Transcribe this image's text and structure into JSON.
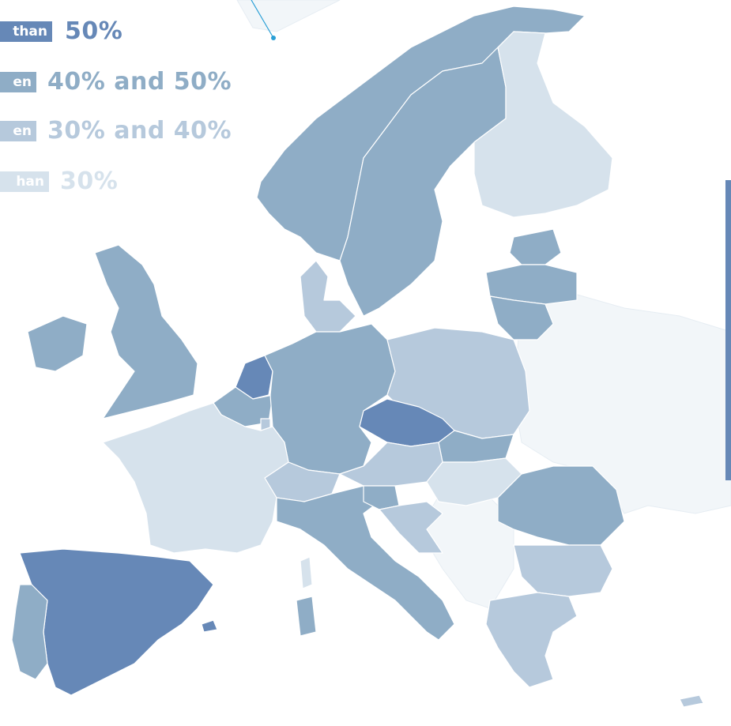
{
  "legend": {
    "items": [
      {
        "chip": "than",
        "value": "50%",
        "class": "more-than-50",
        "color": "#6688b7"
      },
      {
        "chip": "en",
        "value": "40% and 50%",
        "class": "40-to-50",
        "color": "#8fadc6"
      },
      {
        "chip": "en",
        "value": "30% and 40%",
        "class": "30-to-40",
        "color": "#b6c9dc"
      },
      {
        "chip": "han",
        "value": "30%",
        "class": "less-than-30",
        "color": "#d6e2ec"
      }
    ]
  },
  "colors": {
    "class_more_than_50": "#6688b7",
    "class_40_to_50": "#8fadc6",
    "class_30_to_40": "#b6c9dc",
    "class_less_than_30": "#d6e2ec",
    "non_covered": "#f2f6f9",
    "border": "#ffffff",
    "accent_line": "#2a9fd6",
    "side_bar": "#6688b7"
  },
  "regions": [
    {
      "name": "norway",
      "class": "40-to-50"
    },
    {
      "name": "sweden",
      "class": "40-to-50"
    },
    {
      "name": "finland",
      "class": "less-than-30"
    },
    {
      "name": "denmark",
      "class": "30-to-40"
    },
    {
      "name": "united-kingdom",
      "class": "40-to-50"
    },
    {
      "name": "ireland",
      "class": "40-to-50"
    },
    {
      "name": "netherlands",
      "class": "more-than-50"
    },
    {
      "name": "belgium",
      "class": "40-to-50"
    },
    {
      "name": "germany",
      "class": "40-to-50"
    },
    {
      "name": "poland",
      "class": "30-to-40"
    },
    {
      "name": "czech-republic",
      "class": "more-than-50"
    },
    {
      "name": "slovakia",
      "class": "40-to-50"
    },
    {
      "name": "austria",
      "class": "30-to-40"
    },
    {
      "name": "hungary",
      "class": "less-than-30"
    },
    {
      "name": "switzerland",
      "class": "30-to-40"
    },
    {
      "name": "france",
      "class": "less-than-30"
    },
    {
      "name": "spain",
      "class": "more-than-50"
    },
    {
      "name": "portugal",
      "class": "40-to-50"
    },
    {
      "name": "italy",
      "class": "40-to-50"
    },
    {
      "name": "slovenia",
      "class": "40-to-50"
    },
    {
      "name": "croatia",
      "class": "30-to-40"
    },
    {
      "name": "romania",
      "class": "40-to-50"
    },
    {
      "name": "bulgaria",
      "class": "30-to-40"
    },
    {
      "name": "greece",
      "class": "30-to-40"
    },
    {
      "name": "estonia",
      "class": "40-to-50"
    },
    {
      "name": "latvia",
      "class": "40-to-50"
    },
    {
      "name": "lithuania",
      "class": "40-to-50"
    },
    {
      "name": "luxembourg",
      "class": "30-to-40"
    },
    {
      "name": "sardinia",
      "class": "40-to-50"
    },
    {
      "name": "corsica",
      "class": "less-than-30"
    },
    {
      "name": "balearic-islands",
      "class": "more-than-50"
    },
    {
      "name": "cyprus",
      "class": "30-to-40"
    }
  ]
}
